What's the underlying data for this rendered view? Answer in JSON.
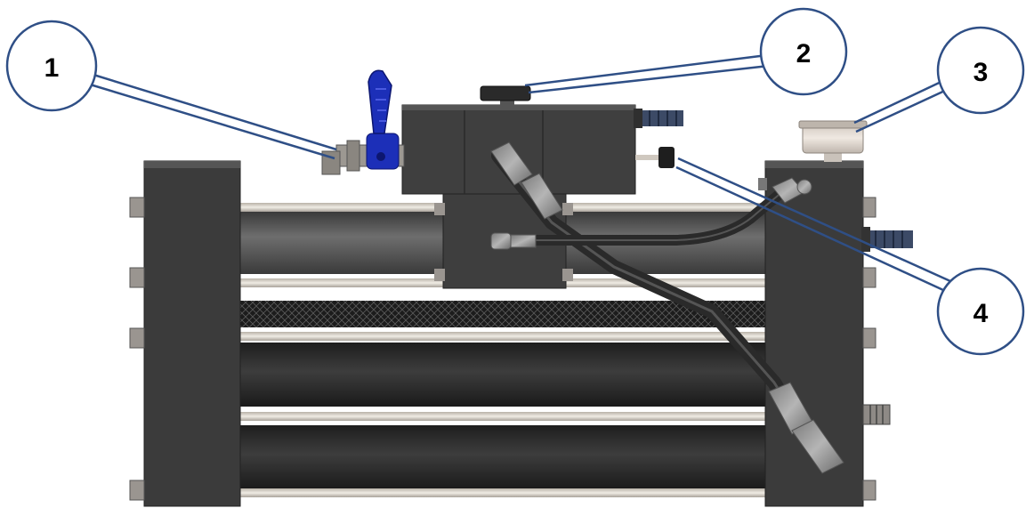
{
  "callouts": [
    {
      "label": "1",
      "target": "ball-valve"
    },
    {
      "label": "2",
      "target": "top-knob"
    },
    {
      "label": "3",
      "target": "pressure-gauge"
    },
    {
      "label": "4",
      "target": "side-knob"
    }
  ],
  "colors": {
    "body": "#3a3a3a",
    "body_light": "#4a4a4a",
    "tube_dark": "#2b2b2b",
    "rod": "#d9d4cc",
    "valve_blue": "#1c2fb8",
    "callout_stroke": "#2f4f86",
    "leader_line": "#2f4f86"
  }
}
